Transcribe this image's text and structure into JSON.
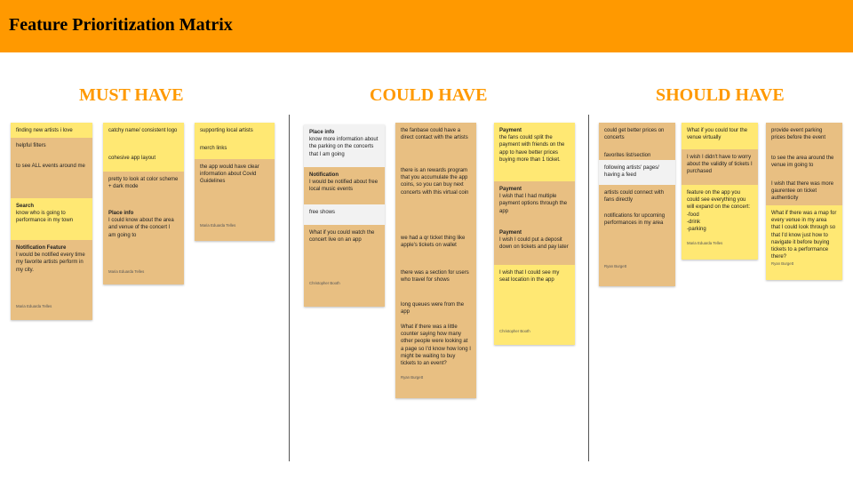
{
  "title": "Feature Prioritization Matrix",
  "columns": {
    "must_have": "MUST HAVE",
    "could_have": "COULD HAVE",
    "should_have": "SHOULD HAVE"
  },
  "must": {
    "col1": {
      "n1": "finding new artists i love",
      "n2": "helpful filters",
      "n3": "to see ALL events around me",
      "n4_title": "Search",
      "n4_body": "know who is going to performance in my town",
      "n5_title": "Notification Feature",
      "n5_body": "I would be notified every time my favorite artists perform in my city.",
      "author": "Maria Eduarda Telles"
    },
    "col2": {
      "n1": "catchy name/ consistent logo",
      "n2": "cohesive app layout",
      "n3": "pretty to look at color scheme + dark mode",
      "n4_title": "Place info",
      "n4_body": "I could know about the area and venue of the concert I am going to",
      "author": "Maria Eduarda Telles"
    },
    "col3": {
      "n1": "supporting local artists",
      "n2": "merch links",
      "n3": "the app would have clear information about Covid Guidelines",
      "author": "Maria Eduarda Telles"
    }
  },
  "could": {
    "col1": {
      "n1_title": "Place info",
      "n1_body": "know more information about the parking on the concerts that I am going",
      "n2_title": "Notification",
      "n2_body": "I would be notified about free local music events",
      "n3": "free shows",
      "n4": "What if you could watch the concert live on an app",
      "author": "Christopher Booth"
    },
    "col2": {
      "n1": "the fanbase could have a direct contact with the artists",
      "n2": "there is an rewards program that you accumulate the app coins, so you can buy next concerts with this virtual coin",
      "n3": "we had a qr ticket thing like apple's tickets on wallet",
      "n4": "there was a section for users who travel for shows",
      "n5": "long queues were from the app",
      "n6": "What if there was a little counter saying how many other people were looking at a page so I'd know how long I might be waiting to buy tickets to an event?",
      "author": "Ryan Burgett"
    },
    "col3": {
      "n1_title": "Payment",
      "n1_body": "the fans could split the payment with friends on the app to have better prices buying more than 1 ticket.",
      "n2_title": "Payment",
      "n2_body": "I wish that I had multiple payment options through the app",
      "n3_title": "Payment",
      "n3_body": "I wish I could put a deposit down on tickets and pay later",
      "n4": "I wish that I could see my seat location in the app",
      "author": "Christopher Booth"
    }
  },
  "should": {
    "col1": {
      "n1": "could get better prices on concerts",
      "n2": "favorites list/section",
      "n3": "following artists' pages/ having a feed",
      "n4": "artists could connect with fans directly",
      "n5": "notifications for upcoming performances in my area",
      "author": "Ryan Burgett"
    },
    "col2": {
      "n1": "What if you could tour the venue virtually",
      "n2": "I wish I didn't have to worry about the validity of tickets I purchased",
      "n3": "feature on the app you could see everything you will expand on the concert:",
      "n3_list": "-food\n-drink\n-parking",
      "author": "Maria Eduarda Telles"
    },
    "col3": {
      "n1": "provide event parking prices before the event",
      "n2": "to see the area around the venue im going to",
      "n3": "I wish that there was more gaurentee on ticket authenticity",
      "n4": "What if there was a map for every venue in my area that I could look through so that I'd know just how to navigate it before buying tickets to a performance there?",
      "author": "Ryan Burgett"
    }
  }
}
